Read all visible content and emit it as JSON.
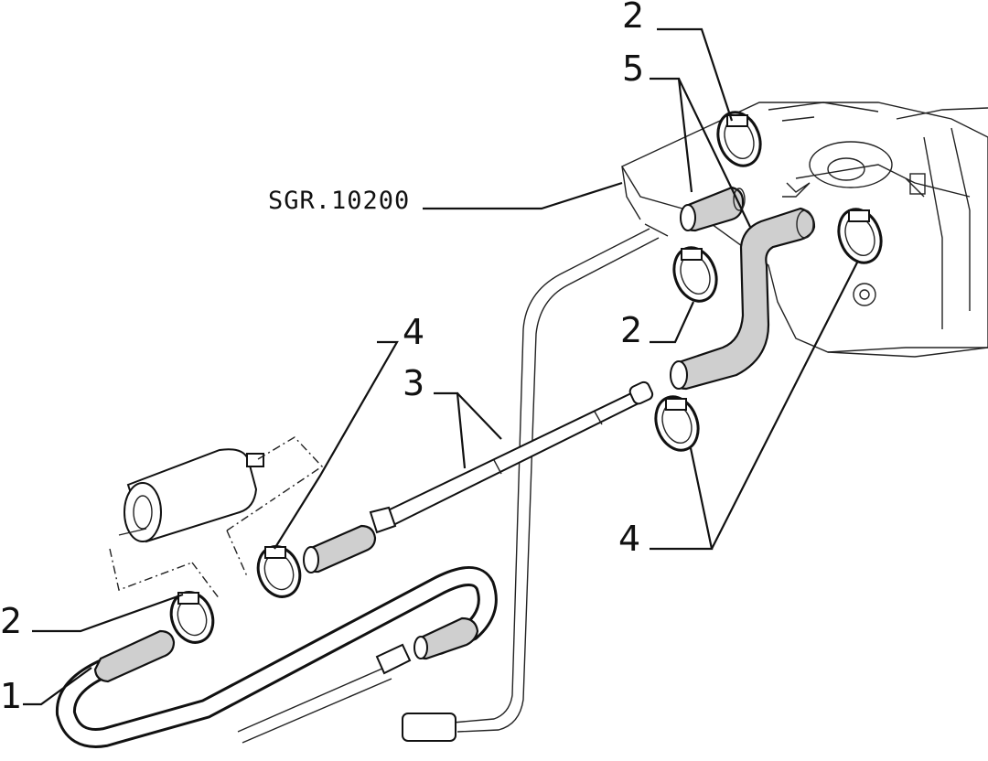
{
  "diagram": {
    "reference_code": "SGR.10200",
    "callouts": [
      {
        "id": "callout-2-top",
        "text": "2"
      },
      {
        "id": "callout-5",
        "text": "5"
      },
      {
        "id": "callout-2-mid",
        "text": "2"
      },
      {
        "id": "callout-4-upper",
        "text": "4"
      },
      {
        "id": "callout-3",
        "text": "3"
      },
      {
        "id": "callout-4-right",
        "text": "4"
      },
      {
        "id": "callout-2-left",
        "text": "2"
      },
      {
        "id": "callout-1",
        "text": "1"
      }
    ]
  }
}
